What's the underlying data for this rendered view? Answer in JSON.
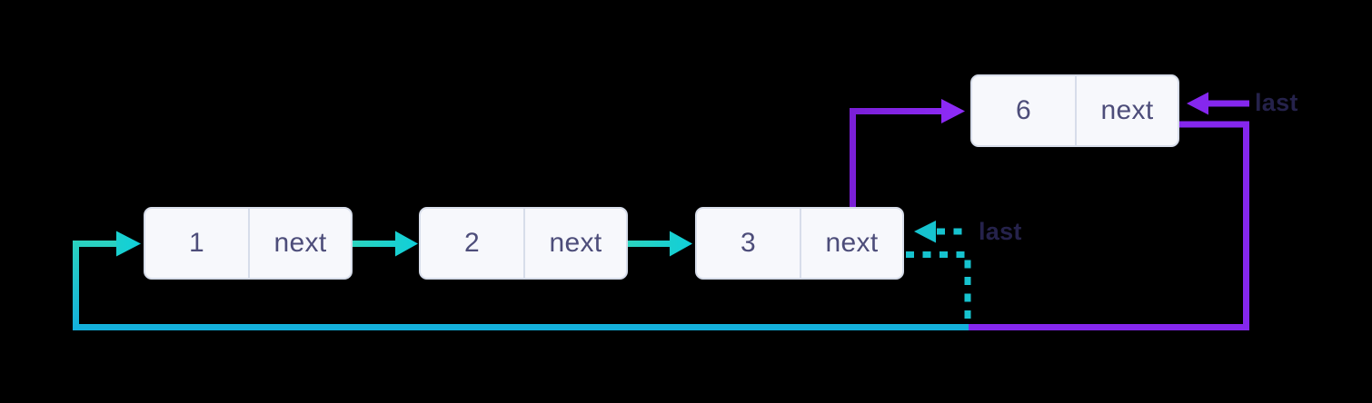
{
  "diagram": {
    "description": "circular-singly-linked-list-insert-at-end",
    "nodes": [
      {
        "value": "1",
        "next_label": "next"
      },
      {
        "value": "2",
        "next_label": "next"
      },
      {
        "value": "3",
        "next_label": "next"
      },
      {
        "value": "6",
        "next_label": "next"
      }
    ],
    "labels": {
      "new_last": "last",
      "old_last": "last"
    }
  },
  "colors": {
    "teal_green": "#2bd3bd",
    "teal_cyan": "#10cfda",
    "teal_blue": "#14b0dc",
    "teal_dashed": "#16c3cf",
    "purple": "#8527ee",
    "purple_dark": "#7a1fd6",
    "purple_bright": "#8f2cfa",
    "node_bg": "#f7f8fc",
    "node_border": "#d7ddea",
    "node_text": "#4d4d7a",
    "label_text": "#25224b",
    "background": "#000000"
  }
}
